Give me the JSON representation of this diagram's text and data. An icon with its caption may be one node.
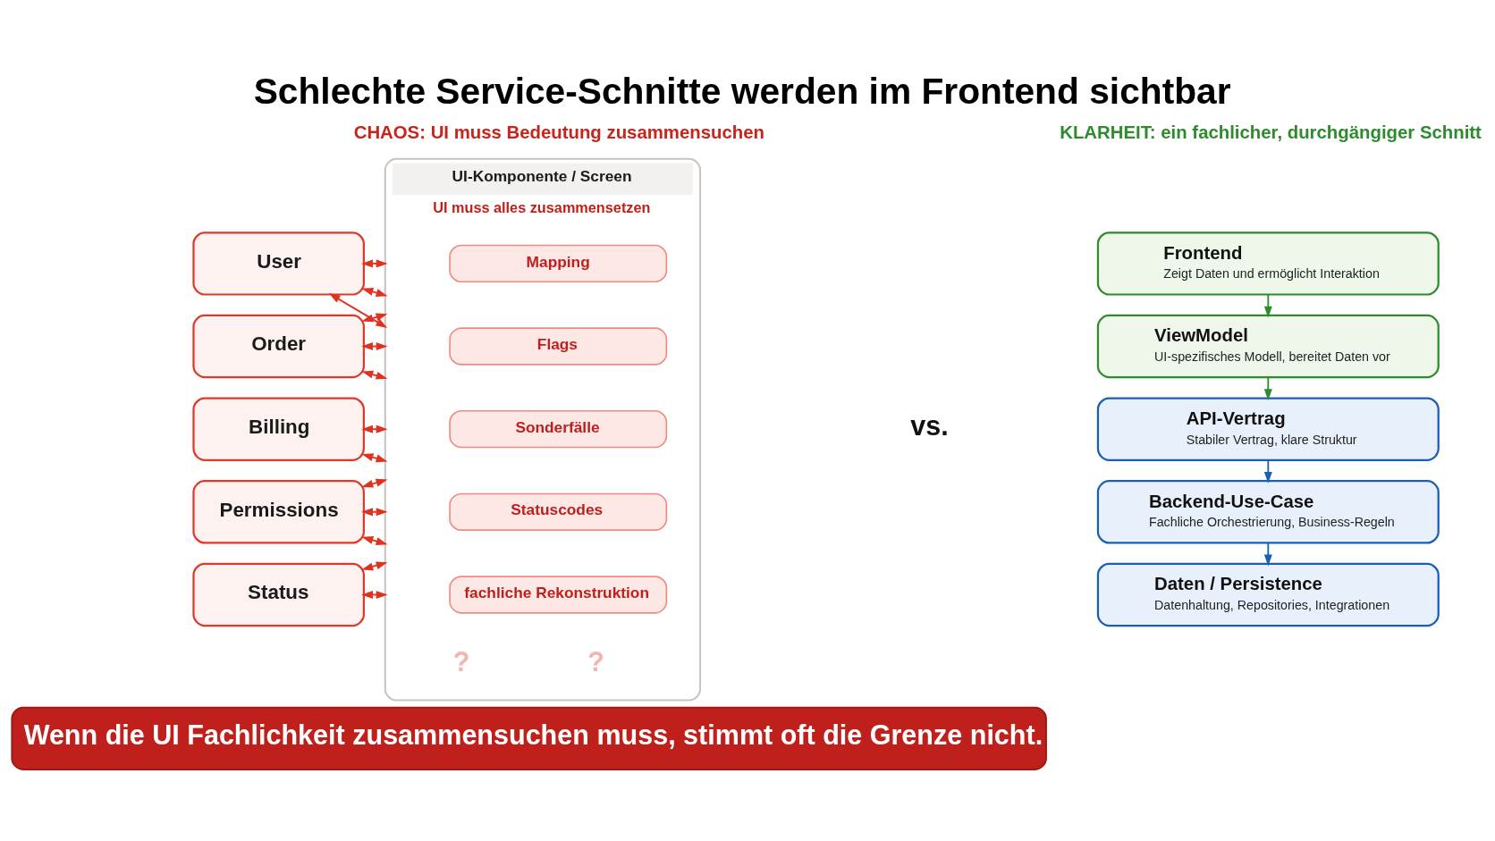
{
  "diagram": {
    "title": "Schlechte Service-Schnitte werden im Frontend sichtbar",
    "nodes": [
      {
        "text": [
          "User"
        ]
      },
      {
        "text": [
          "Order"
        ]
      },
      {
        "text": [
          "Billing"
        ]
      },
      {
        "text": [
          "Permissions"
        ]
      },
      {
        "text": [
          "Status"
        ]
      },
      {
        "text": [
          "UI-Komponente / Screen",
          "UI muss alles zusammensetzen"
        ]
      },
      {
        "text": [
          "Mapping"
        ],
        "in": 5
      },
      {
        "text": [
          "Flags"
        ],
        "in": 5
      },
      {
        "text": [
          "Sonderfälle"
        ],
        "in": 5
      },
      {
        "text": [
          "Statuscodes"
        ],
        "in": 5
      },
      {
        "text": [
          "fachliche Rekonstruktion"
        ],
        "in": 5
      },
      {
        "text": [
          "Frontend",
          "Zeigt Daten und ermöglicht Interaktion"
        ]
      },
      {
        "text": [
          "ViewModel",
          "UI-spezifisches Modell, bereitet Daten vor"
        ]
      },
      {
        "text": [
          "API-Vertrag",
          "Stabiler Vertrag, klare Struktur"
        ]
      },
      {
        "text": [
          "Backend-Use-Case",
          "Fachliche Orchestrierung, Business-Regeln"
        ]
      },
      {
        "text": [
          "Daten / Persistence",
          "Datenhaltung, Repositories, Integrationen"
        ]
      },
      {
        "text": [
          "Wenn die UI Fachlichkeit zusammensuchen muss, stimmt oft die Grenze nicht."
        ]
      }
    ],
    "edges": [
      {
        "from": 0,
        "to": 5,
        "arrow": "both"
      },
      {
        "from": 0,
        "to": 5,
        "arrow": "both"
      },
      {
        "from": 0,
        "to": 5,
        "arrow": "both"
      },
      {
        "from": 1,
        "to": 5,
        "arrow": "both"
      },
      {
        "from": 1,
        "to": 5,
        "arrow": "both"
      },
      {
        "from": 1,
        "to": 5,
        "arrow": "both"
      },
      {
        "from": 2,
        "to": 5,
        "arrow": "both"
      },
      {
        "from": 2,
        "to": 5,
        "arrow": "both"
      },
      {
        "from": 3,
        "to": 5,
        "arrow": "both"
      },
      {
        "from": 3,
        "to": 5,
        "arrow": "both"
      },
      {
        "from": 3,
        "to": 5,
        "arrow": "both"
      },
      {
        "from": 4,
        "to": 5,
        "arrow": "both"
      },
      {
        "from": 4,
        "to": 5,
        "arrow": "both"
      },
      {
        "from": 11,
        "to": 12,
        "arrow": "to",
        "color": "#2e8b2e"
      },
      {
        "from": 12,
        "to": 13,
        "arrow": "to",
        "color": "#2e8b2e"
      },
      {
        "from": 13,
        "to": 14,
        "arrow": "to",
        "color": "#1a5fb4"
      },
      {
        "from": 14,
        "to": 15,
        "arrow": "to",
        "color": "#1a5fb4"
      }
    ],
    "labels": [
      "CHAOS: UI muss Bedeutung zusammensuchen",
      "KLARHEIT: ein fachlicher, durchgängiger Schnitt",
      "vs.",
      "?",
      "?"
    ]
  }
}
